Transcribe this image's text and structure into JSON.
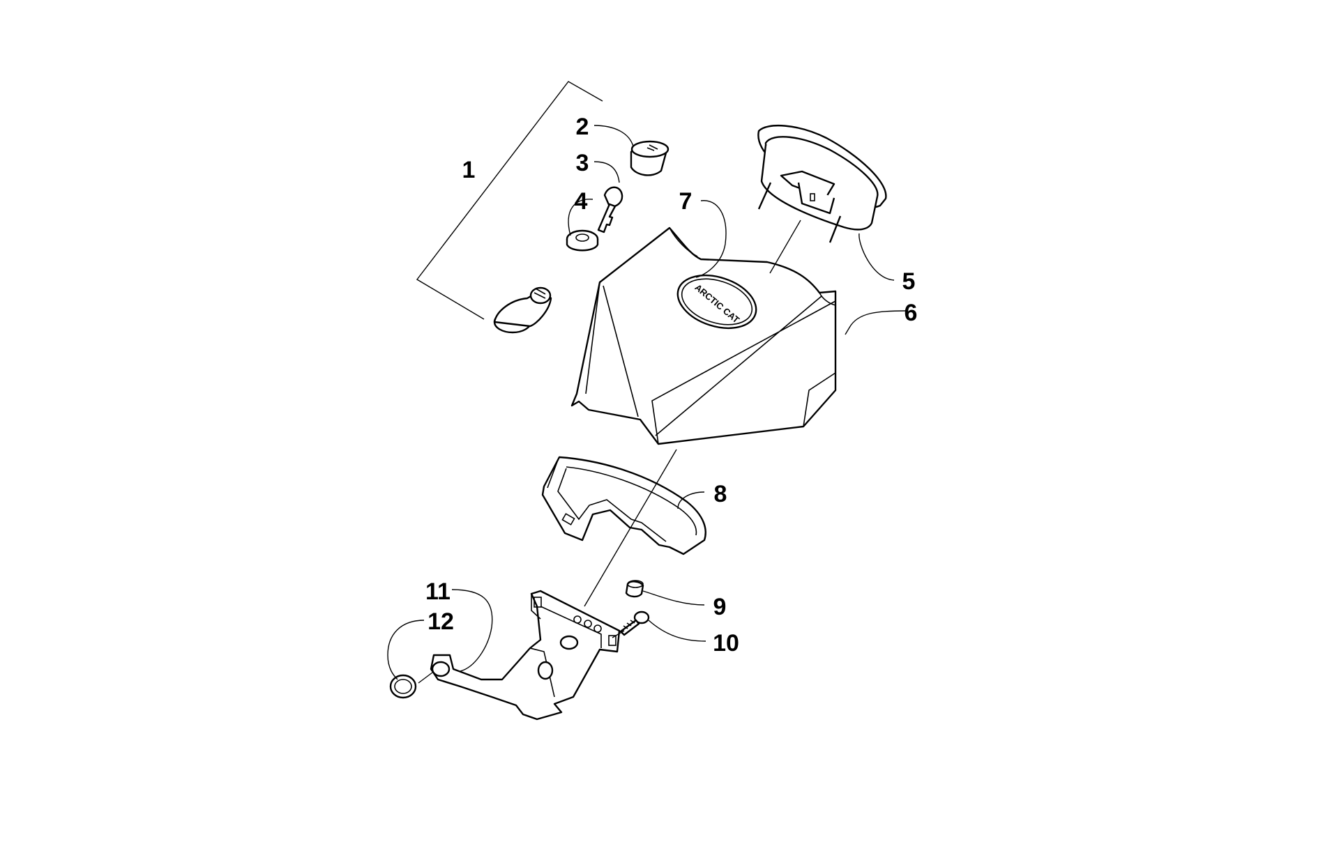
{
  "diagram": {
    "logo_text": "ARCTIC CAT",
    "callouts": [
      "1",
      "2",
      "3",
      "4",
      "5",
      "6",
      "7",
      "8",
      "9",
      "10",
      "11",
      "12"
    ]
  }
}
